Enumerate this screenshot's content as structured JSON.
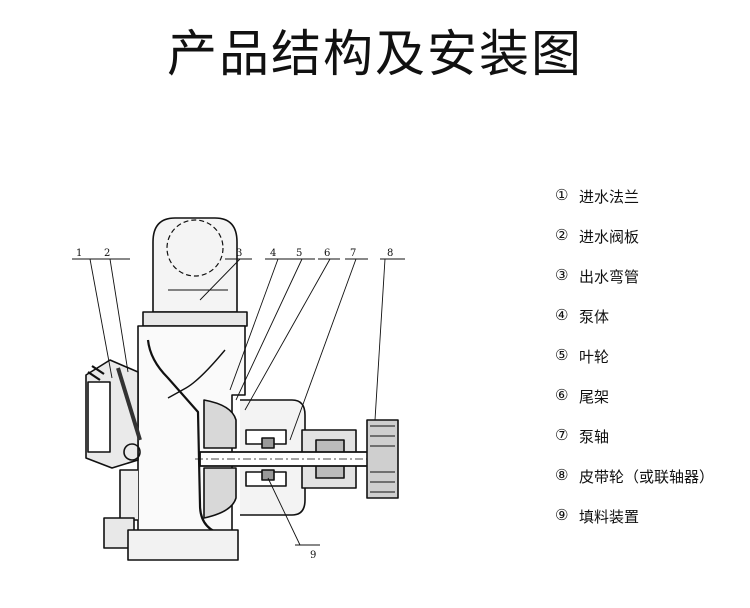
{
  "title": "产品结构及安装图",
  "callouts": [
    "1",
    "2",
    "3",
    "4",
    "5",
    "6",
    "7",
    "8",
    "9"
  ],
  "legend": [
    {
      "num": "①",
      "label": "进水法兰"
    },
    {
      "num": "②",
      "label": "进水阀板"
    },
    {
      "num": "③",
      "label": "出水弯管"
    },
    {
      "num": "④",
      "label": "泵体"
    },
    {
      "num": "⑤",
      "label": "叶轮"
    },
    {
      "num": "⑥",
      "label": "尾架"
    },
    {
      "num": "⑦",
      "label": "泵轴"
    },
    {
      "num": "⑧",
      "label": "皮带轮（或联轴器）"
    },
    {
      "num": "⑨",
      "label": "填料装置"
    }
  ]
}
